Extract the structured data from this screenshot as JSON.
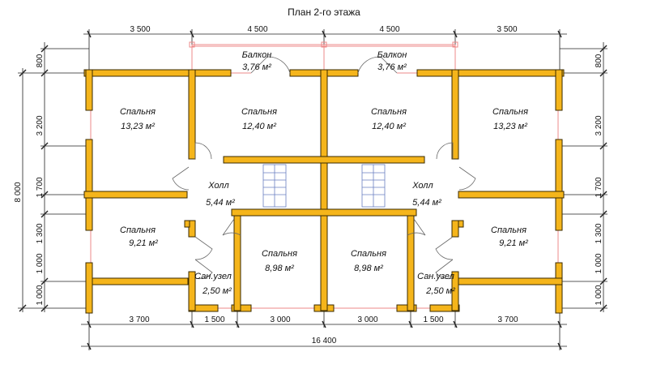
{
  "title": "План 2-го этажа",
  "dims_top": [
    "3 500",
    "4 500",
    "4 500",
    "3 500"
  ],
  "dims_bottom": [
    "3 700",
    "1 500",
    "3 000",
    "3 000",
    "1 500",
    "3 700"
  ],
  "dim_total": "16 400",
  "dims_left": [
    "800",
    "3 200",
    "1 700",
    "1 300",
    "1 000",
    "1 000"
  ],
  "dim_left_total": "8 000",
  "dims_right": [
    "800",
    "3 200",
    "1 700",
    "1 300",
    "1 000",
    "1 000"
  ],
  "rooms": {
    "balcony_l": {
      "name": "Балкон",
      "area": "3,76 м²"
    },
    "balcony_r": {
      "name": "Балкон",
      "area": "3,76 м²"
    },
    "bed1": {
      "name": "Спальня",
      "area": "13,23 м²"
    },
    "bed2": {
      "name": "Спальня",
      "area": "12,40 м²"
    },
    "bed3": {
      "name": "Спальня",
      "area": "12,40 м²"
    },
    "bed4": {
      "name": "Спальня",
      "area": "13,23 м²"
    },
    "hall_l": {
      "name": "Холл",
      "area": "5,44 м²"
    },
    "hall_r": {
      "name": "Холл",
      "area": "5,44 м²"
    },
    "bed5": {
      "name": "Спальня",
      "area": "9,21 м²"
    },
    "bed6": {
      "name": "Спальня",
      "area": "8,98 м²"
    },
    "bed7": {
      "name": "Спальня",
      "area": "8,98 м²"
    },
    "bed8": {
      "name": "Спальня",
      "area": "9,21 м²"
    },
    "wc_l": {
      "name": "Сан.узел",
      "area": "2,50 м²"
    },
    "wc_r": {
      "name": "Сан.узел",
      "area": "2,50 м²"
    }
  }
}
